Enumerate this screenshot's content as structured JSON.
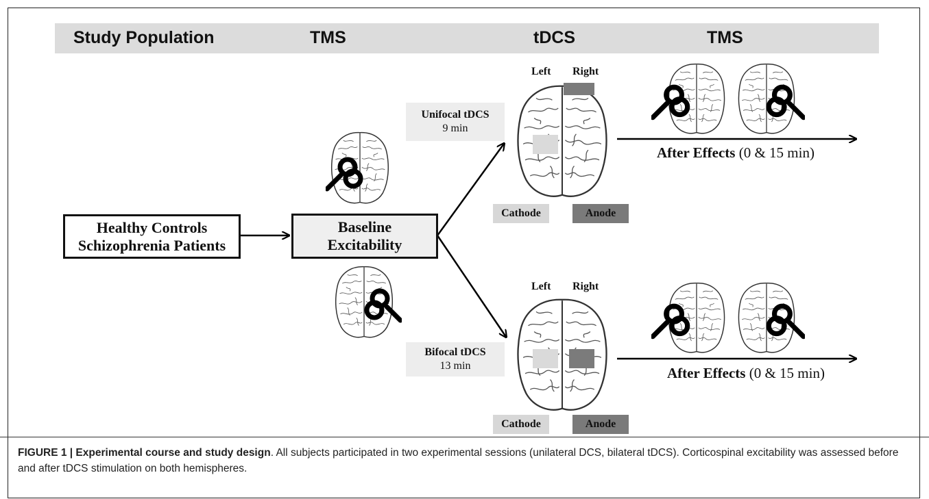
{
  "header": {
    "col1": "Study Population",
    "col2": "TMS",
    "col3": "tDCS",
    "col4": "TMS"
  },
  "population_box": {
    "line1": "Healthy Controls",
    "line2": "Schizophrenia Patients"
  },
  "baseline_box": {
    "line1": "Baseline",
    "line2": "Excitability"
  },
  "unifocal": {
    "name": "Unifocal tDCS",
    "duration": "9 min",
    "left_label": "Left",
    "right_label": "Right",
    "cathode": "Cathode",
    "anode": "Anode",
    "after_bold": "After Effects",
    "after_rest": " (0 & 15 min)"
  },
  "bifocal": {
    "name": "Bifocal tDCS",
    "duration": "13 min",
    "left_label": "Left",
    "right_label": "Right",
    "cathode": "Cathode",
    "anode": "Anode",
    "after_bold": "After Effects",
    "after_rest": " (0 & 15 min)"
  },
  "caption": {
    "label": "FIGURE 1 | Experimental course and study design",
    "text": ". All subjects participated in two experimental sessions (unilateral DCS, bilateral tDCS). Corticospinal excitability was assessed before and after tDCS stimulation on both hemispheres."
  },
  "icons": {
    "brain": "brain-top-view-icon",
    "coil": "tms-figure-eight-coil-icon"
  },
  "colors": {
    "header_band": "#dcdcdc",
    "cathode": "#d7d7d7",
    "anode": "#7a7a7a"
  }
}
